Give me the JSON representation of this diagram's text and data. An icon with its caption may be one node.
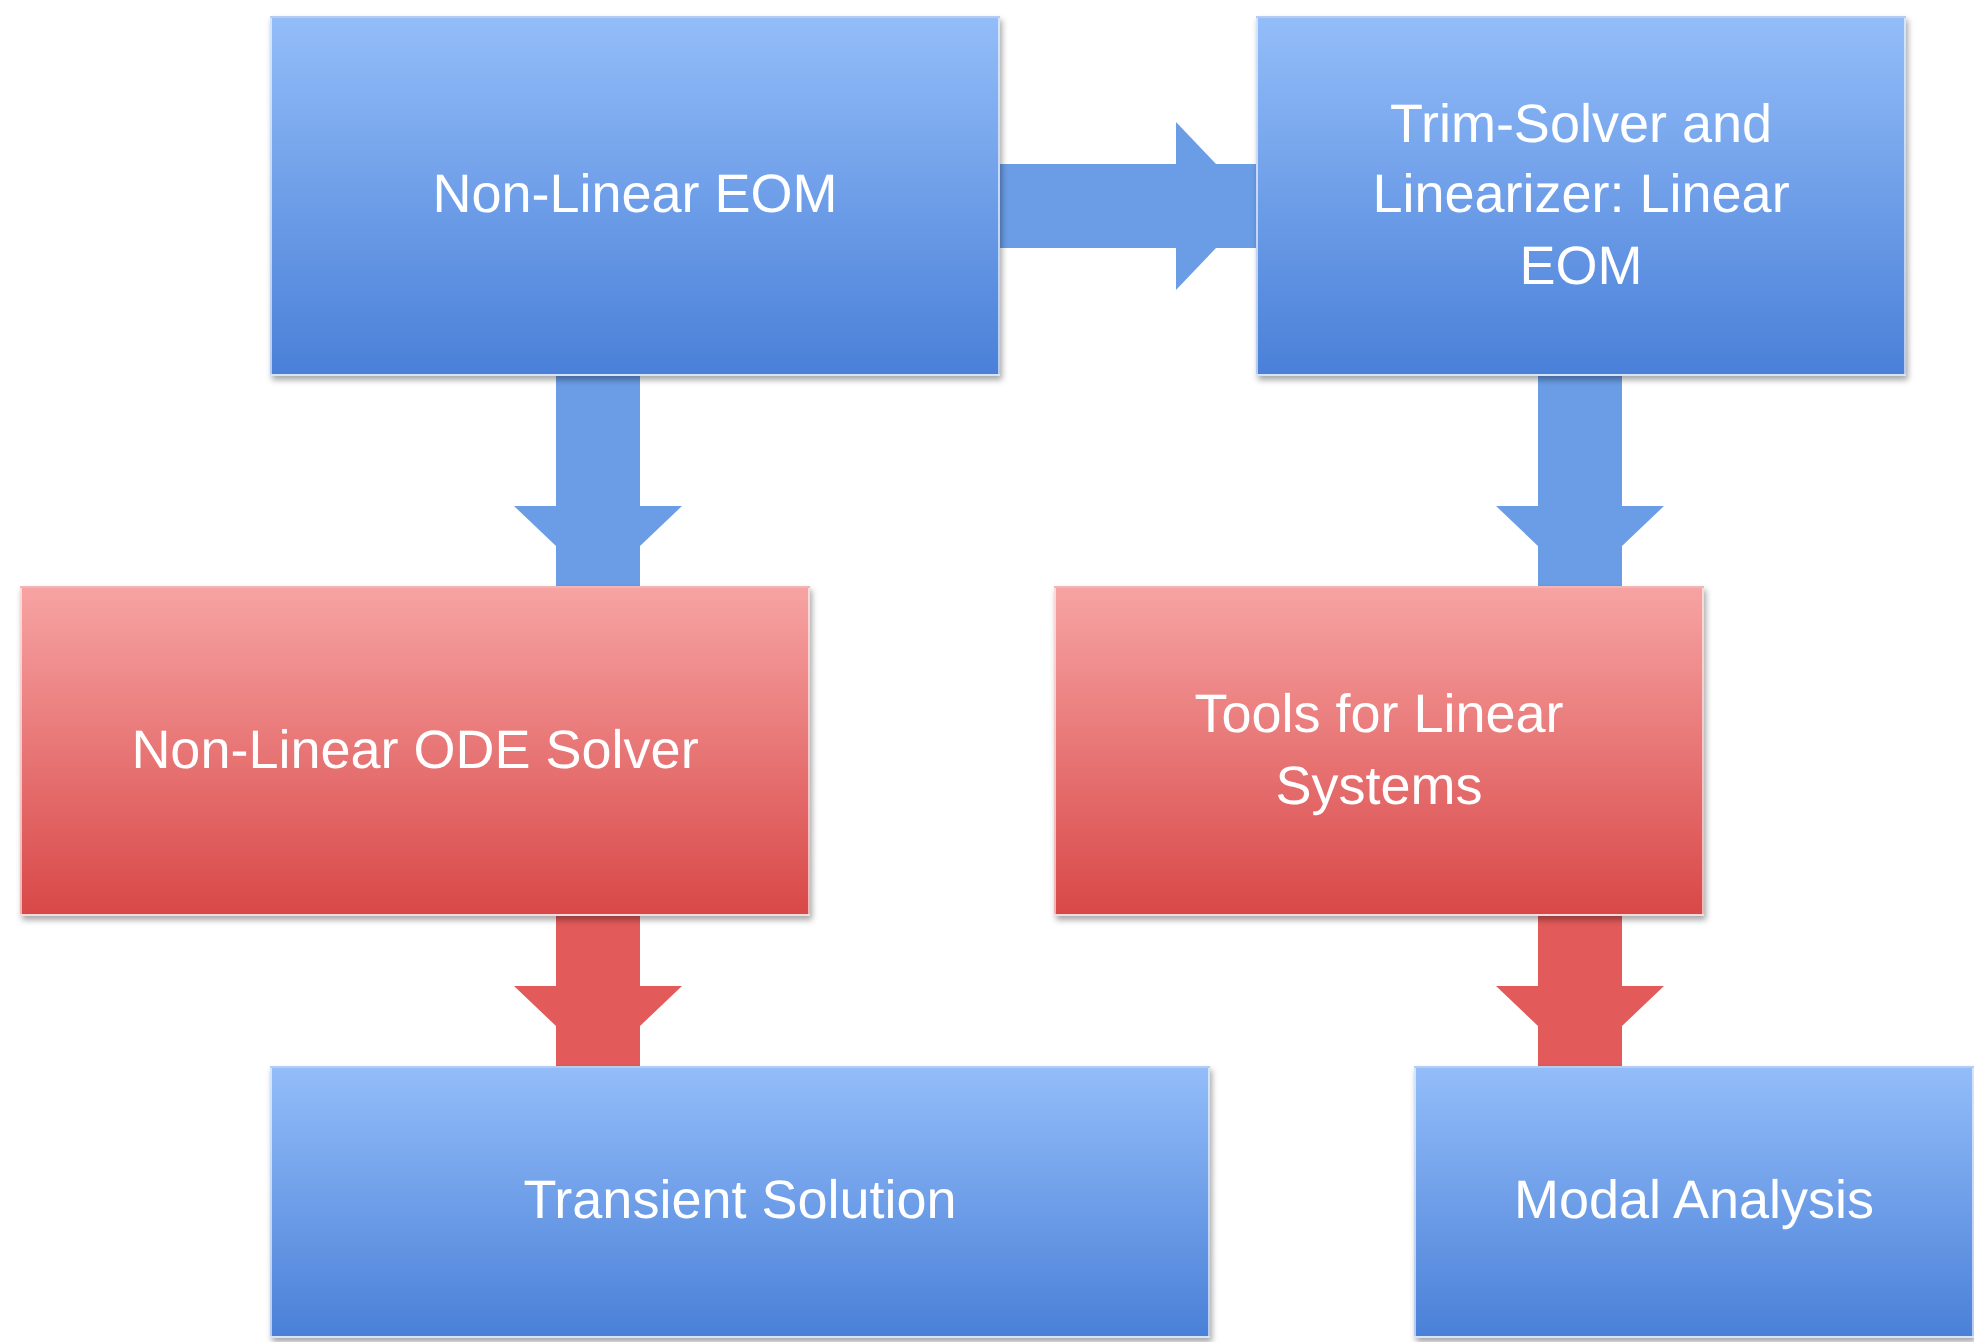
{
  "diagram": {
    "nodes": [
      {
        "text": [
          "Non-Linear EOM"
        ]
      },
      {
        "text": [
          "Trim-Solver and Linearizer: Linear EOM"
        ]
      },
      {
        "text": [
          "Non-Linear ODE Solver"
        ]
      },
      {
        "text": [
          "Tools for Linear Systems"
        ]
      },
      {
        "text": [
          "Transient Solution"
        ]
      },
      {
        "text": [
          "Modal Analysis"
        ]
      }
    ],
    "edges": [
      {
        "from": 0,
        "to": 1,
        "arrow": "to"
      },
      {
        "from": 0,
        "to": 2,
        "arrow": "to"
      },
      {
        "from": 1,
        "to": 3,
        "arrow": "to"
      },
      {
        "from": 2,
        "to": 4,
        "arrow": "to",
        "color": "#e35a5a"
      },
      {
        "from": 3,
        "to": 5,
        "arrow": "to",
        "color": "#e35a5a"
      }
    ]
  }
}
